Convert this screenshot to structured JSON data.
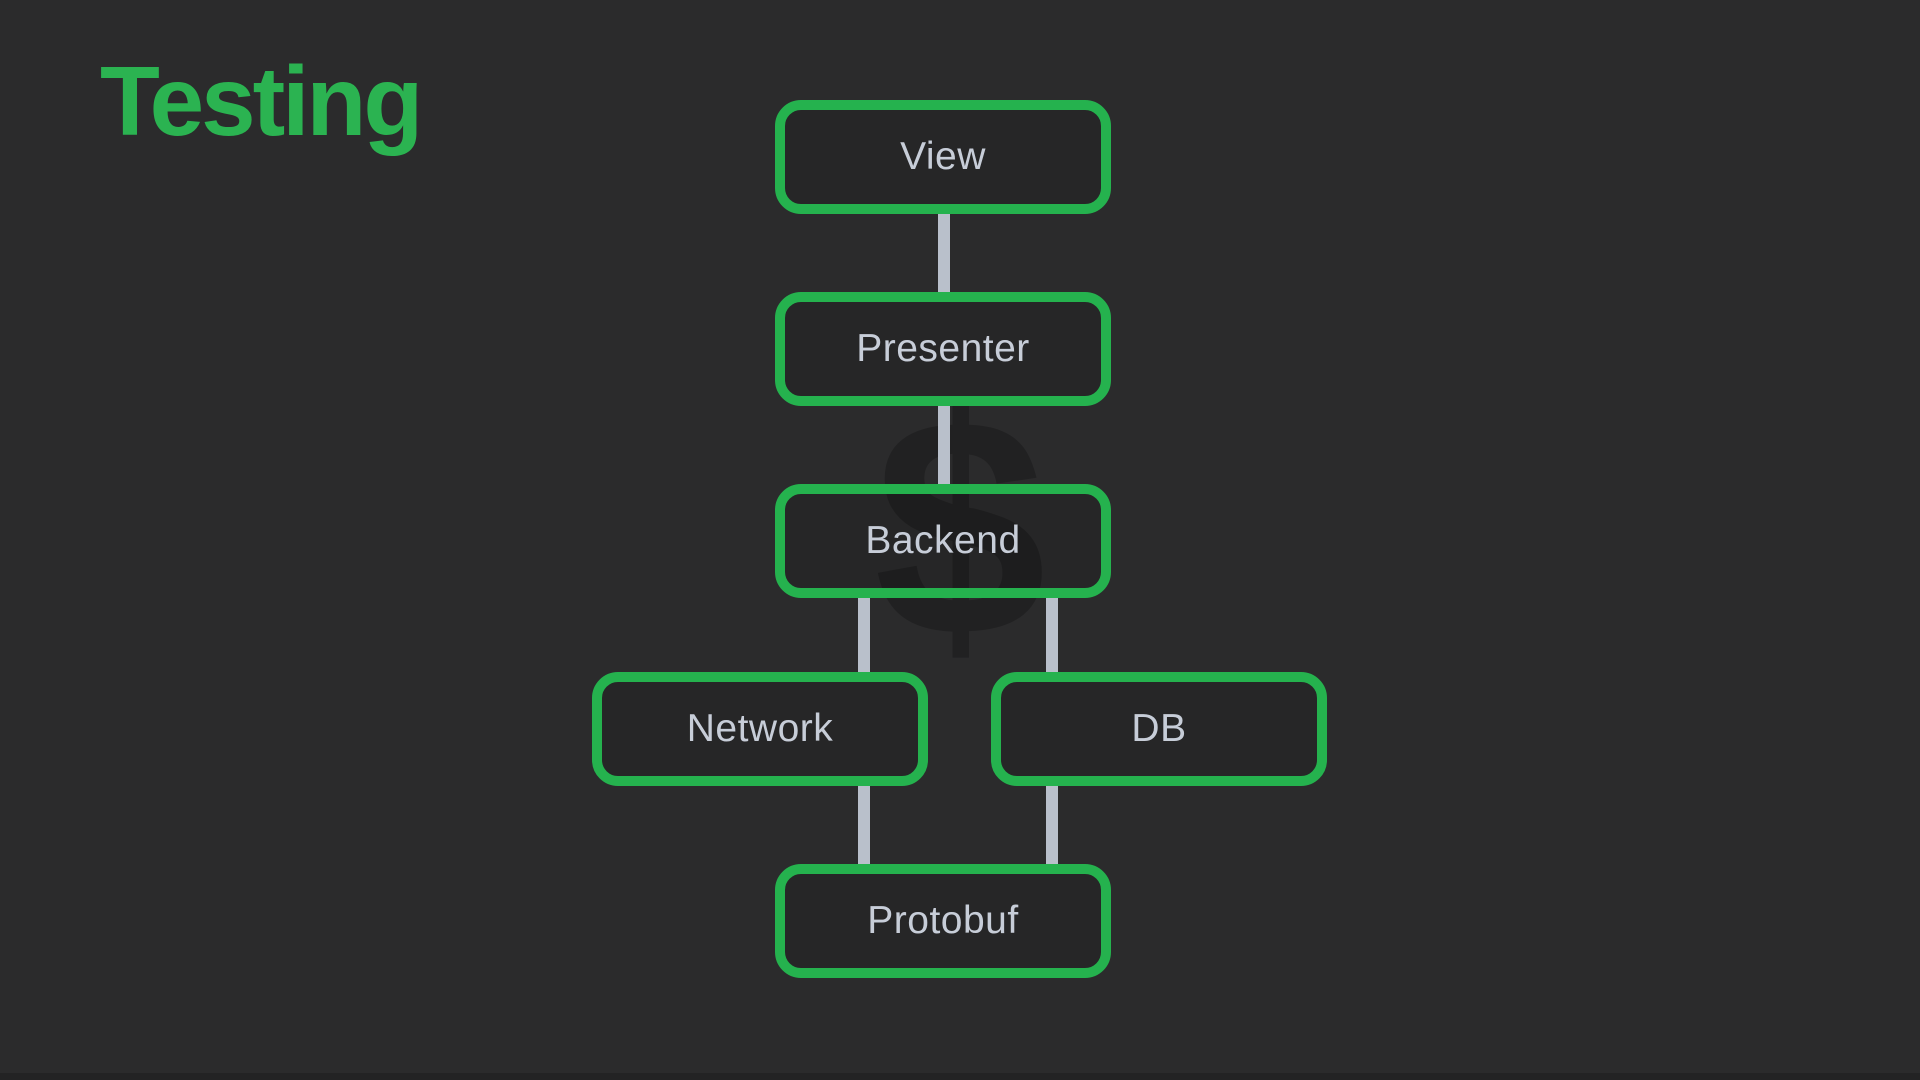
{
  "title": "Testing",
  "watermark": {
    "glyph": "$",
    "name": "dollar-sign"
  },
  "colors": {
    "background": "#2b2b2c",
    "accent_green": "#25b24e",
    "title_green": "#2bb351",
    "connector_gray": "#b9c0cb",
    "node_text": "#c7cdd8",
    "watermark_overlay": "rgba(0,0,0,0.22)"
  },
  "nodes": [
    {
      "id": "view",
      "label": "View"
    },
    {
      "id": "presenter",
      "label": "Presenter"
    },
    {
      "id": "backend",
      "label": "Backend"
    },
    {
      "id": "network",
      "label": "Network"
    },
    {
      "id": "db",
      "label": "DB"
    },
    {
      "id": "protobuf",
      "label": "Protobuf"
    }
  ],
  "edges": [
    {
      "from": "View",
      "to": "Presenter"
    },
    {
      "from": "Presenter",
      "to": "Backend"
    },
    {
      "from": "Backend",
      "to": "Network"
    },
    {
      "from": "Backend",
      "to": "DB"
    },
    {
      "from": "Network",
      "to": "Protobuf"
    },
    {
      "from": "DB",
      "to": "Protobuf"
    }
  ]
}
